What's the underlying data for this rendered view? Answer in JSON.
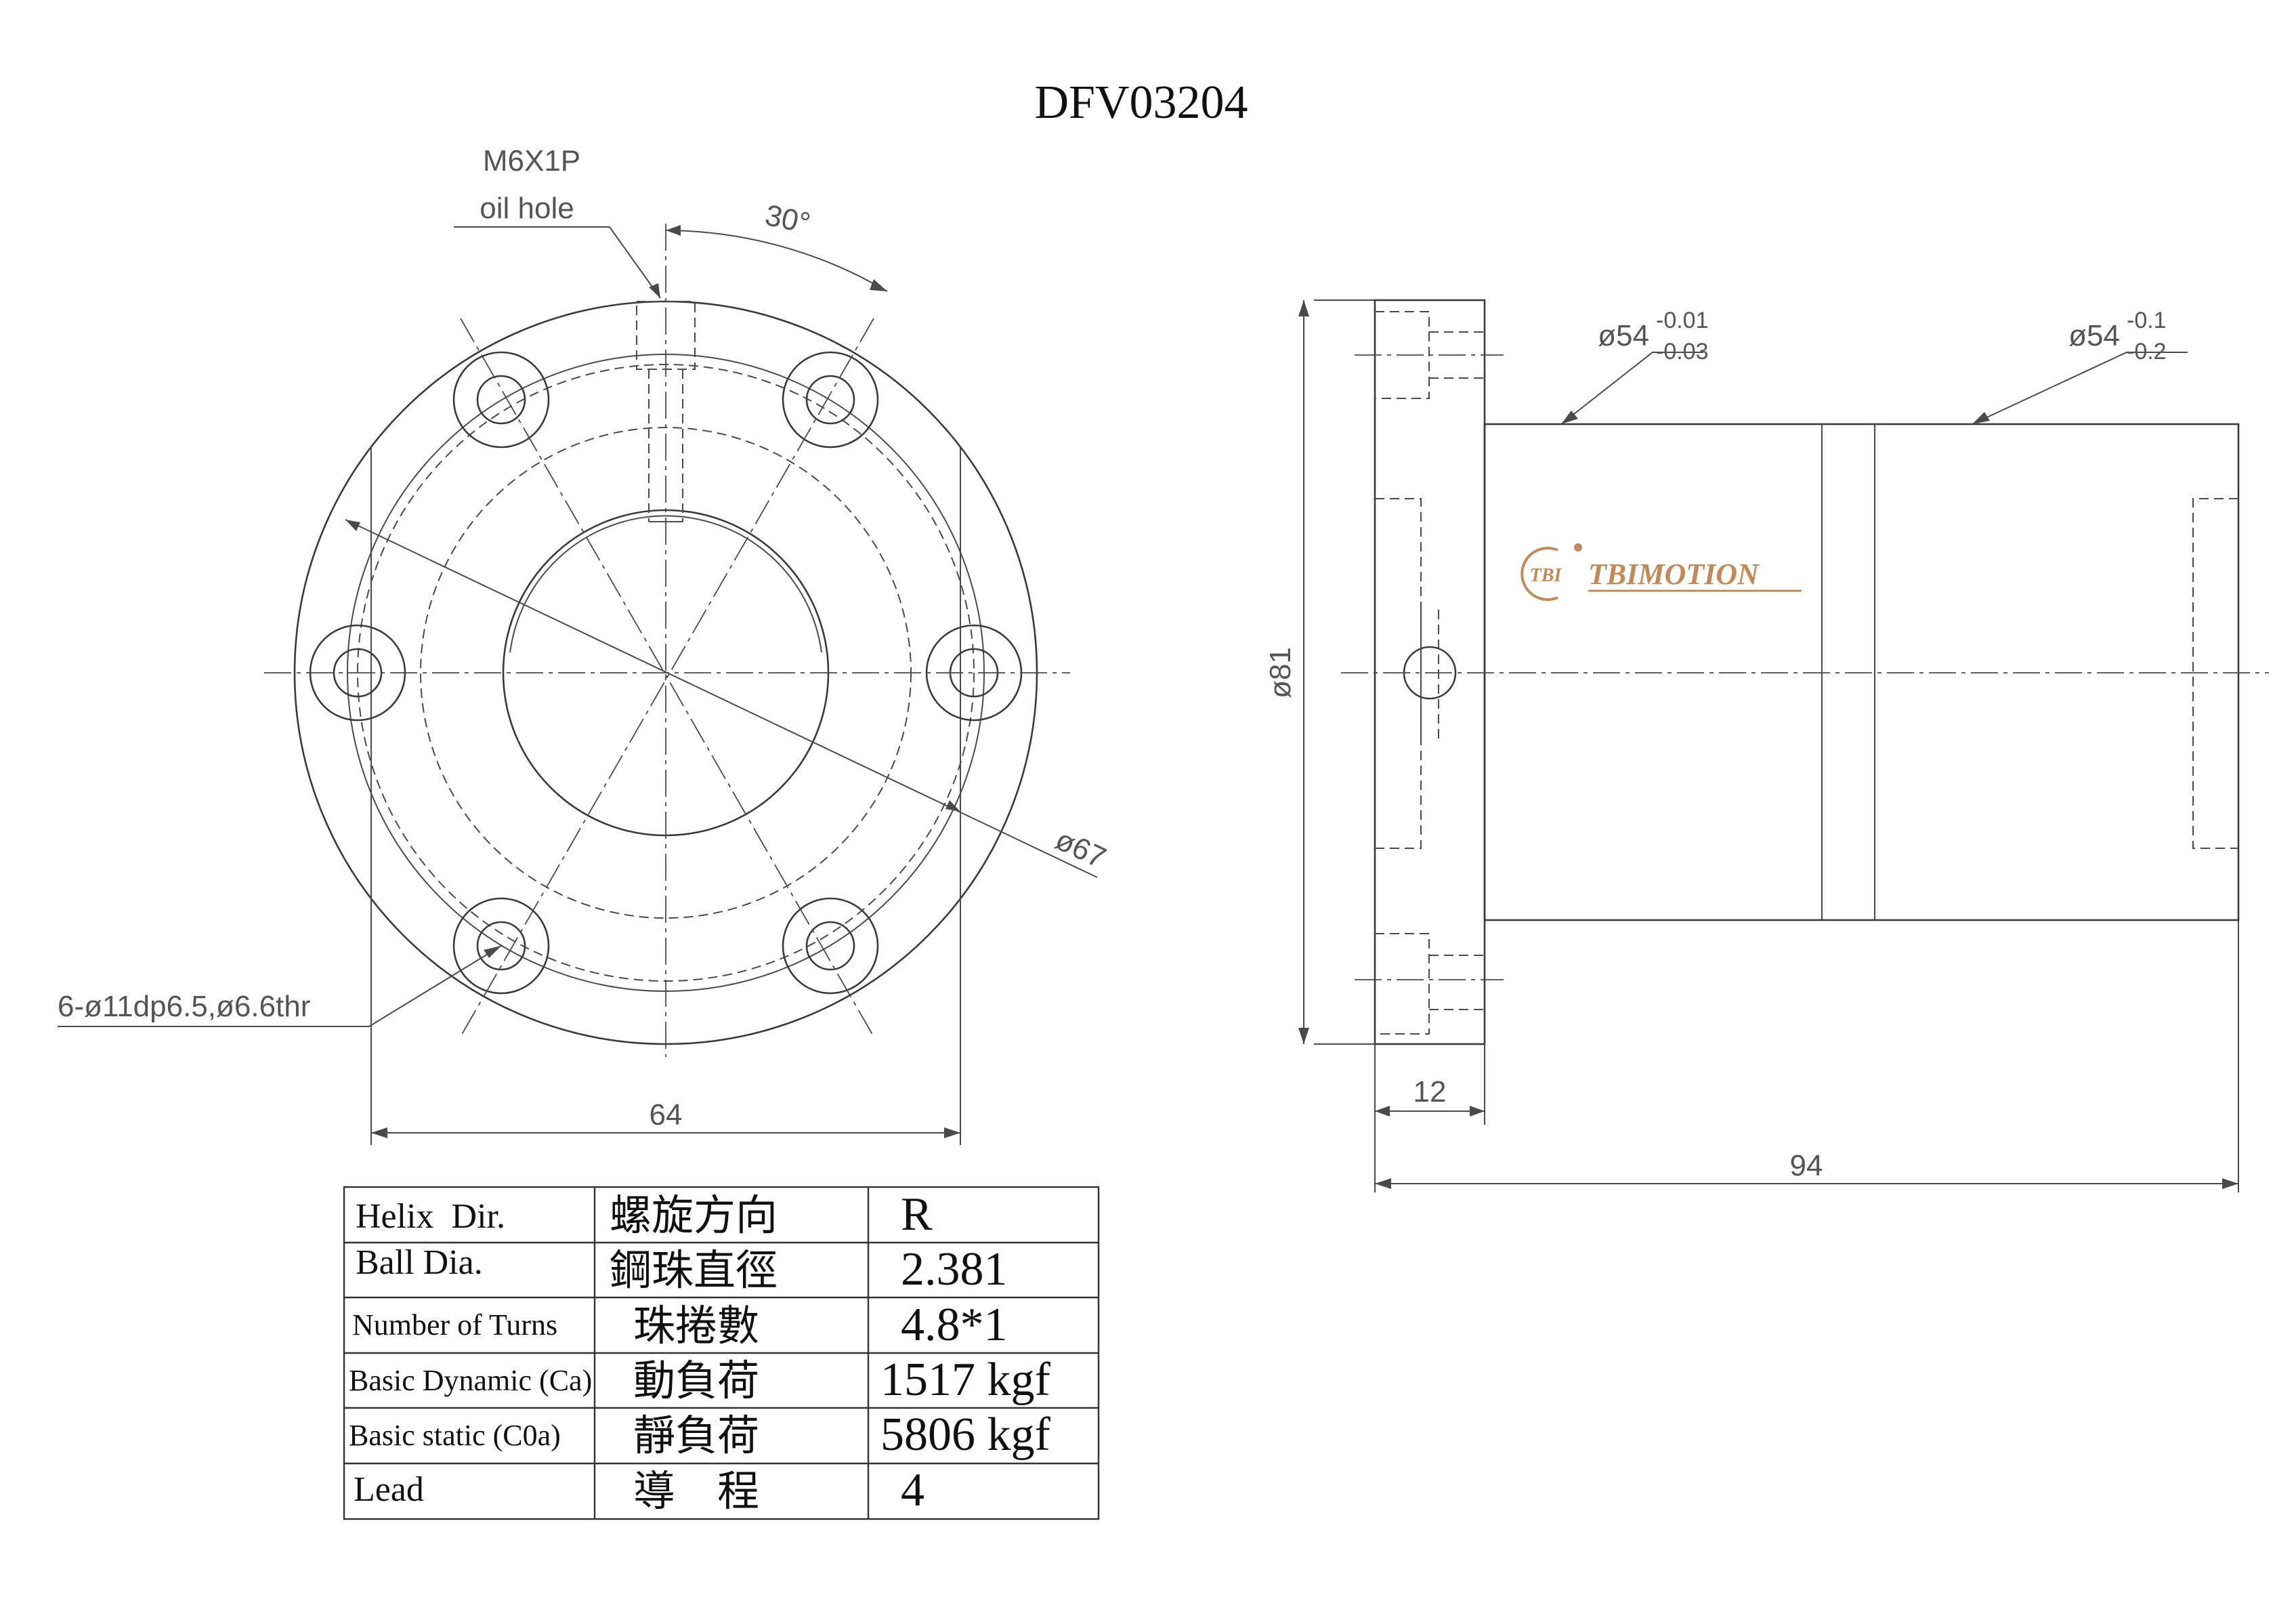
{
  "title": "DFV03204",
  "annotations": {
    "oil_hole_thread": "M6X1P",
    "oil_hole_label": "oil hole",
    "angle": "30°",
    "pcd": "ø67",
    "bolt_holes": "6-ø11dp6.5,ø6.6thr",
    "width_front": "64",
    "flange_dia": "ø81",
    "body_dia_1": "ø54",
    "body_tol_1_upper": "-0.01",
    "body_tol_1_lower": "-0.03",
    "body_dia_2": "ø54",
    "body_tol_2_upper": "-0.1",
    "body_tol_2_lower": "-0.2",
    "flange_thickness": "12",
    "total_length": "94"
  },
  "logo": {
    "mark": "TBI",
    "brand": "TBIMOTION",
    "color": "#c08a5a"
  },
  "spec_table": {
    "rows": [
      {
        "en": "Helix  Dir.",
        "zh": "螺旋方向",
        "value": "R"
      },
      {
        "en": "Ball Dia.",
        "zh": "鋼珠直徑",
        "value": "2.381"
      },
      {
        "en": "Number of Turns",
        "zh": "珠捲數",
        "value": "4.8*1"
      },
      {
        "en": "Basic Dynamic (Ca)",
        "zh": "動負荷",
        "value": "1517 kgf"
      },
      {
        "en": "Basic static (C0a)",
        "zh": "靜負荷",
        "value": "5806 kgf"
      },
      {
        "en": "Lead",
        "zh": "導　程",
        "value": "4"
      }
    ]
  }
}
